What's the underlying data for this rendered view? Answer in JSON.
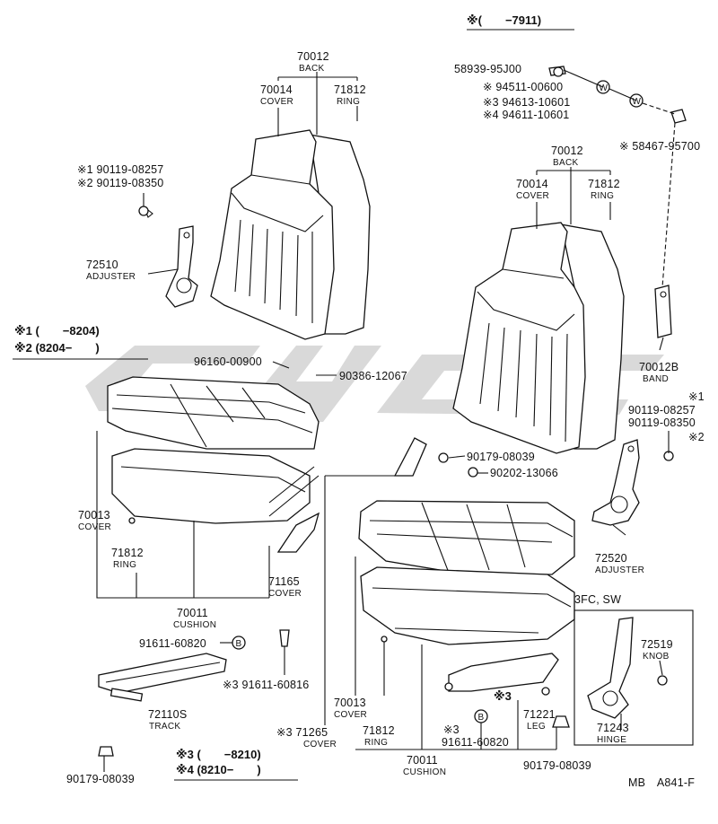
{
  "header": {
    "note": "※(　　−7911)"
  },
  "notes": {
    "n1": "※1 (　　−8204)",
    "n2": "※2 (8204−　　)",
    "n3": "※3 (　　−8210)",
    "n4": "※4 (8210−　　)"
  },
  "labels": {
    "l_70012_a": "70012",
    "c_back_a": "BACK",
    "l_70014_a": "70014",
    "c_cover_a": "COVER",
    "l_71812_a": "71812",
    "c_ring_a": "RING",
    "l_9011908257_a": "※1 90119-08257",
    "l_9011908350_a": "※2 90119-08350",
    "l_72510": "72510",
    "c_adjuster_a": "ADJUSTER",
    "l_5893995J00": "58939-95J00",
    "l_9451100600": "※ 94511-00600",
    "l_9461310601": "※3 94613-10601",
    "l_9461110601": "※4 94611-10601",
    "l_5846795700": "※ 58467-95700",
    "l_70012_b": "70012",
    "c_back_b": "BACK",
    "l_70014_b": "70014",
    "c_cover_b": "COVER",
    "l_71812_b": "71812",
    "c_ring_b": "RING",
    "l_70012B": "70012B",
    "c_band": "BAND",
    "l_9616000900": "96160-00900",
    "l_9038612067": "90386-12067",
    "r_mark1": "※1",
    "l_9011908257_b": "90119-08257",
    "l_9011908350_b": "90119-08350",
    "r_mark2": "※2",
    "l_9017908039_a": "90179-08039",
    "l_9020213066": "90202-13066",
    "l_70013_a": "70013",
    "c_cover_c": "COVER",
    "l_71812_c": "71812",
    "c_ring_c": "RING",
    "l_71165": "71165",
    "c_cover_d": "COVER",
    "l_70011_a": "70011",
    "c_cushion_a": "CUSHION",
    "l_72520": "72520",
    "c_adjuster_b": "ADJUSTER",
    "l_3fcsw": "3FC, SW",
    "l_72519": "72519",
    "c_knob": "KNOB",
    "l_71243": "71243",
    "c_hinge": "HINGE",
    "l_9161160820_a": "91611-60820",
    "l_9161160816": "※3 91611-60816",
    "l_72110S": "72110S",
    "c_track": "TRACK",
    "l_70013_b": "70013",
    "c_cover_e": "COVER",
    "l_71265": "※3 71265",
    "c_cover_f": "COVER",
    "l_71812_d": "71812",
    "c_ring_d": "RING",
    "l_mark3": "※3",
    "l_71221": "71221",
    "c_leg": "LEG",
    "l_mark3b": "※3",
    "l_9161160820_b": "91611-60820",
    "l_70011_b": "70011",
    "c_cushion_b": "CUSHION",
    "l_9017908039_b": "90179-08039",
    "l_9017908039_c": "90179-08039",
    "code": "MB　A841-F"
  },
  "symbols": {
    "w": "W",
    "b": "B"
  }
}
